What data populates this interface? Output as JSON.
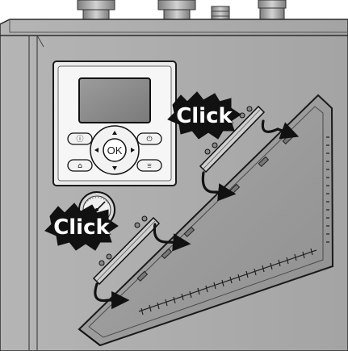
{
  "callouts": [
    {
      "text": "Click"
    },
    {
      "text": "Click"
    }
  ],
  "controller": {
    "ok_label": "OK",
    "button_glyphs": {
      "info": "ⓘ",
      "power": "⏻",
      "home": "⌂",
      "menu": "⩸"
    }
  },
  "icons": [
    "unit-housing",
    "user-interface-panel",
    "pressure-gauge",
    "front-panel",
    "mounting-clip",
    "arrow-icon"
  ]
}
